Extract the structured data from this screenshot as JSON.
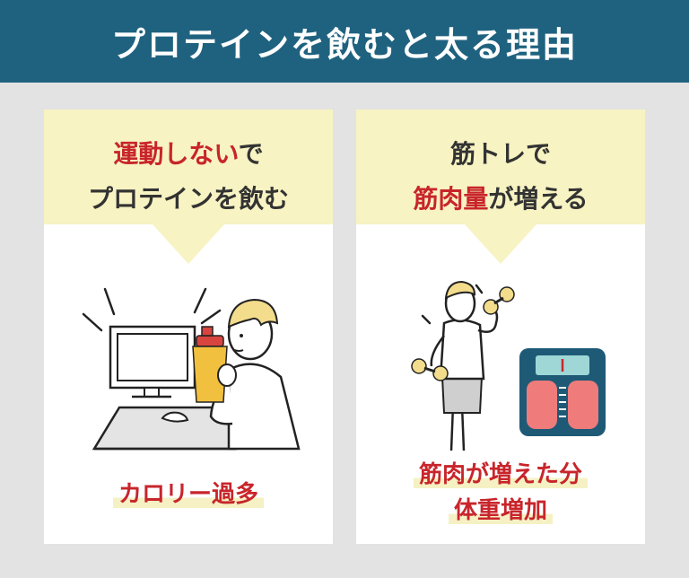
{
  "header": {
    "title": "プロテインを飲むと太る理由"
  },
  "left_card": {
    "heading_line1_red": "運動しない",
    "heading_line1_rest": "で",
    "heading_line2": "プロテインを飲む",
    "result": "カロリー過多"
  },
  "right_card": {
    "heading_line1": "筋トレで",
    "heading_line2_red": "筋肉量",
    "heading_line2_rest": "が増える",
    "result_line1": "筋肉が増えた分",
    "result_line2": "体重増加"
  },
  "colors": {
    "header_bg": "#1f627f",
    "accent_red": "#c8252b",
    "heading_bg": "#f7f3c3",
    "page_bg": "#e3e3e3",
    "scale_body": "#1e5a76",
    "scale_pads": "#ef7b7b",
    "shaker_red": "#d8453e",
    "shaker_yellow": "#f2c03f"
  },
  "icons": [
    "computer-monitor-icon",
    "protein-shaker-icon",
    "person-at-desk-icon",
    "person-lifting-dumbbells-icon",
    "bathroom-scale-icon"
  ]
}
